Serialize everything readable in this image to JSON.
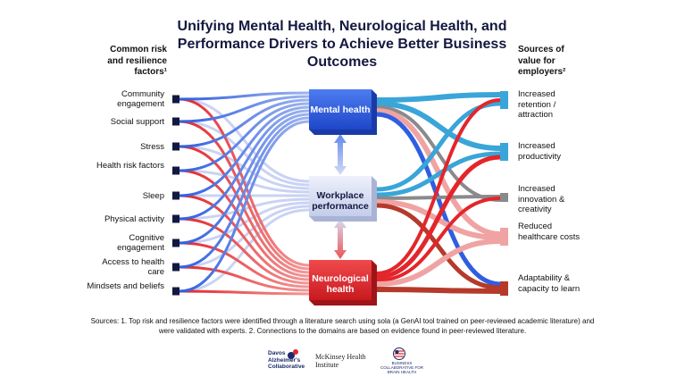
{
  "title": "Unifying Mental Health, Neurological Health, and Performance Drivers to Achieve Better Business Outcomes",
  "left_header": "Common risk and resilience factors¹",
  "right_header": "Sources of value for employers²",
  "risk_factors": [
    "Community engagement",
    "Social support",
    "Stress",
    "Health risk factors",
    "Sleep",
    "Physical activity",
    "Cognitive engagement",
    "Access to health care",
    "Mindsets and beliefs"
  ],
  "domains": {
    "mental": "Mental health",
    "workplace": "Workplace performance",
    "neuro": "Neurological health"
  },
  "value_sources": [
    "Increased retention / attraction",
    "Increased productivity",
    "Increased innovation & creativity",
    "Reduced healthcare costs",
    "Adaptability & capacity to learn"
  ],
  "sources_note": "Sources: 1. Top risk and resilience factors were identified through a literature search using sola (a GenAI tool trained on peer-reviewed academic literature) and were validated with experts. 2. Connections to the domains are based on evidence found in peer-reviewed literature.",
  "logos": {
    "dac": "Davos Alzheimer's Collaborative",
    "mhi": "McKinsey Health Institute",
    "bc": "BUSINESS COLLABORATIVE FOR BRAIN HEALTH"
  },
  "colors": {
    "mental": "#2f5fe0",
    "neuro": "#e3262b",
    "workplace_light": "#c9d3f3",
    "dark_navy": "#13183f",
    "retention": "#3aa5d8",
    "innovation": "#8a8a8a",
    "healthcare": "#f0a3a3",
    "adaptability": "#b53a2a"
  }
}
